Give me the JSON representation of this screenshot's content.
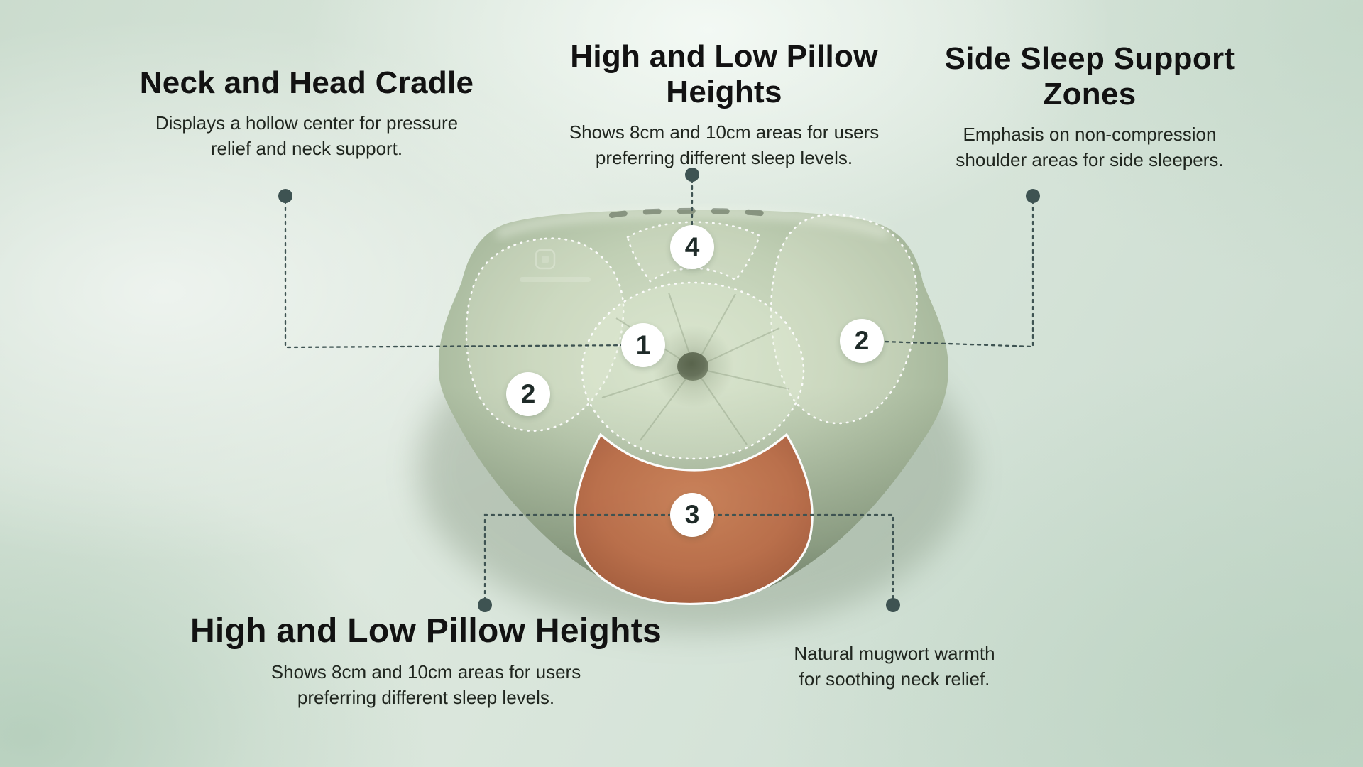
{
  "callouts": {
    "top_left": {
      "heading": "Neck and Head Cradle",
      "body": "Displays a hollow center for pressure relief and neck support."
    },
    "top_center": {
      "heading": "High and Low Pillow Heights",
      "body": "Shows 8cm and 10cm areas for users preferring different sleep levels."
    },
    "top_right": {
      "heading": "Side Sleep Support Zones",
      "body": "Emphasis on non-compression shoulder areas for side sleepers."
    },
    "bottom_left": {
      "heading": "High and Low Pillow Heights",
      "body": "Shows 8cm and 10cm areas for users preferring different sleep levels."
    },
    "bottom_right": {
      "body": "Natural mugwort warmth for soothing neck relief."
    }
  },
  "markers": {
    "center_cradle": "1",
    "left_shoulder": "2",
    "right_shoulder": "2",
    "warm_zone": "3",
    "top_height_zone": "4"
  },
  "colors": {
    "background_tint": "#d8e4da",
    "connector": "#3e5352",
    "heading_text": "#121212",
    "body_text": "#20261f",
    "badge_background": "#ffffff",
    "badge_text": "#1e2a28",
    "pillow_base": "#b7c7ae",
    "pillow_edge": "#8d9f87",
    "zone_outline": "#ffffff",
    "warm_zone": "#bb6e4a"
  }
}
